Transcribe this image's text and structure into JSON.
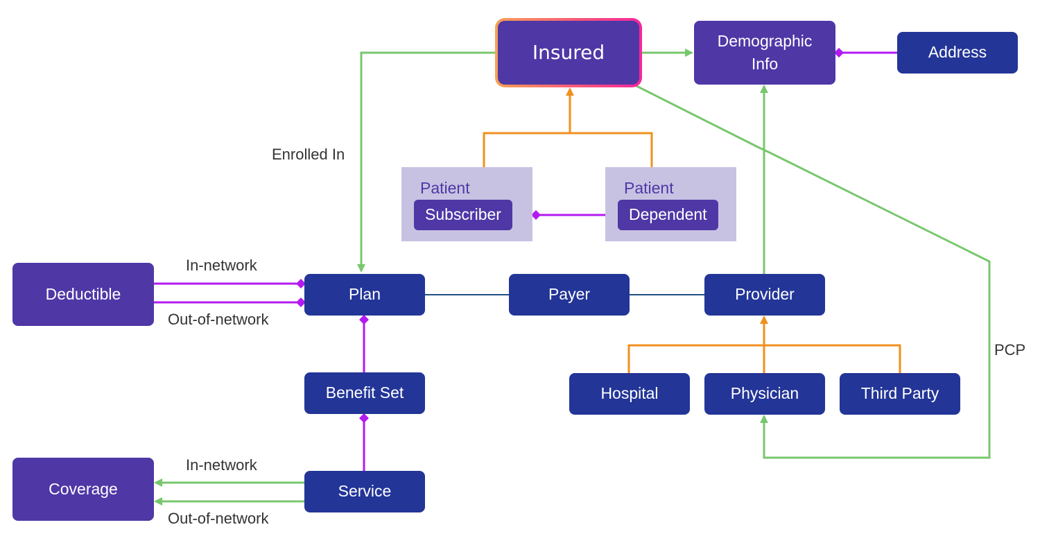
{
  "colors": {
    "dark_node": "#233597",
    "purple_node": "#4f37a6",
    "lavender_group": "#c8c2e2",
    "green_edge": "#78c76e",
    "orange_edge": "#f0901f",
    "magenta_edge": "#b31af0",
    "navy_edge": "#1f4f84"
  },
  "nodes": {
    "insured": "Insured",
    "demographic_info": "Demographic Info",
    "address": "Address",
    "subscriber_group": {
      "kind": "Patient",
      "role": "Subscriber"
    },
    "dependent_group": {
      "kind": "Patient",
      "role": "Dependent"
    },
    "deductible": "Deductible",
    "plan": "Plan",
    "payer": "Payer",
    "provider": "Provider",
    "benefit_set": "Benefit Set",
    "service": "Service",
    "coverage": "Coverage",
    "hospital": "Hospital",
    "physician": "Physician",
    "third_party": "Third Party"
  },
  "edge_labels": {
    "enrolled_in": "Enrolled In",
    "deductible_in_network": "In-network",
    "deductible_out_of_network": "Out-of-network",
    "coverage_in_network": "In-network",
    "coverage_out_of_network": "Out-of-network",
    "pcp": "PCP"
  },
  "edges": [
    {
      "from": "insured",
      "to": "plan",
      "type": "association",
      "label": "Enrolled In"
    },
    {
      "from": "insured",
      "to": "demographic_info",
      "type": "association"
    },
    {
      "from": "address",
      "to": "demographic_info",
      "type": "composition"
    },
    {
      "from": "subscriber_group",
      "to": "insured",
      "type": "inheritance"
    },
    {
      "from": "dependent_group",
      "to": "insured",
      "type": "inheritance"
    },
    {
      "from": "dependent_group",
      "to": "subscriber_group",
      "type": "composition"
    },
    {
      "from": "deductible",
      "to": "plan",
      "type": "composition",
      "label": "In-network"
    },
    {
      "from": "deductible",
      "to": "plan",
      "type": "composition",
      "label": "Out-of-network"
    },
    {
      "from": "plan",
      "to": "payer",
      "type": "link"
    },
    {
      "from": "payer",
      "to": "provider",
      "type": "link"
    },
    {
      "from": "provider",
      "to": "demographic_info",
      "type": "association"
    },
    {
      "from": "benefit_set",
      "to": "plan",
      "type": "composition"
    },
    {
      "from": "service",
      "to": "benefit_set",
      "type": "composition"
    },
    {
      "from": "service",
      "to": "coverage",
      "type": "association",
      "label": "In-network"
    },
    {
      "from": "service",
      "to": "coverage",
      "type": "association",
      "label": "Out-of-network"
    },
    {
      "from": "hospital",
      "to": "provider",
      "type": "inheritance"
    },
    {
      "from": "physician",
      "to": "provider",
      "type": "inheritance"
    },
    {
      "from": "third_party",
      "to": "provider",
      "type": "inheritance"
    },
    {
      "from": "insured",
      "to": "physician",
      "type": "association",
      "label": "PCP"
    }
  ]
}
